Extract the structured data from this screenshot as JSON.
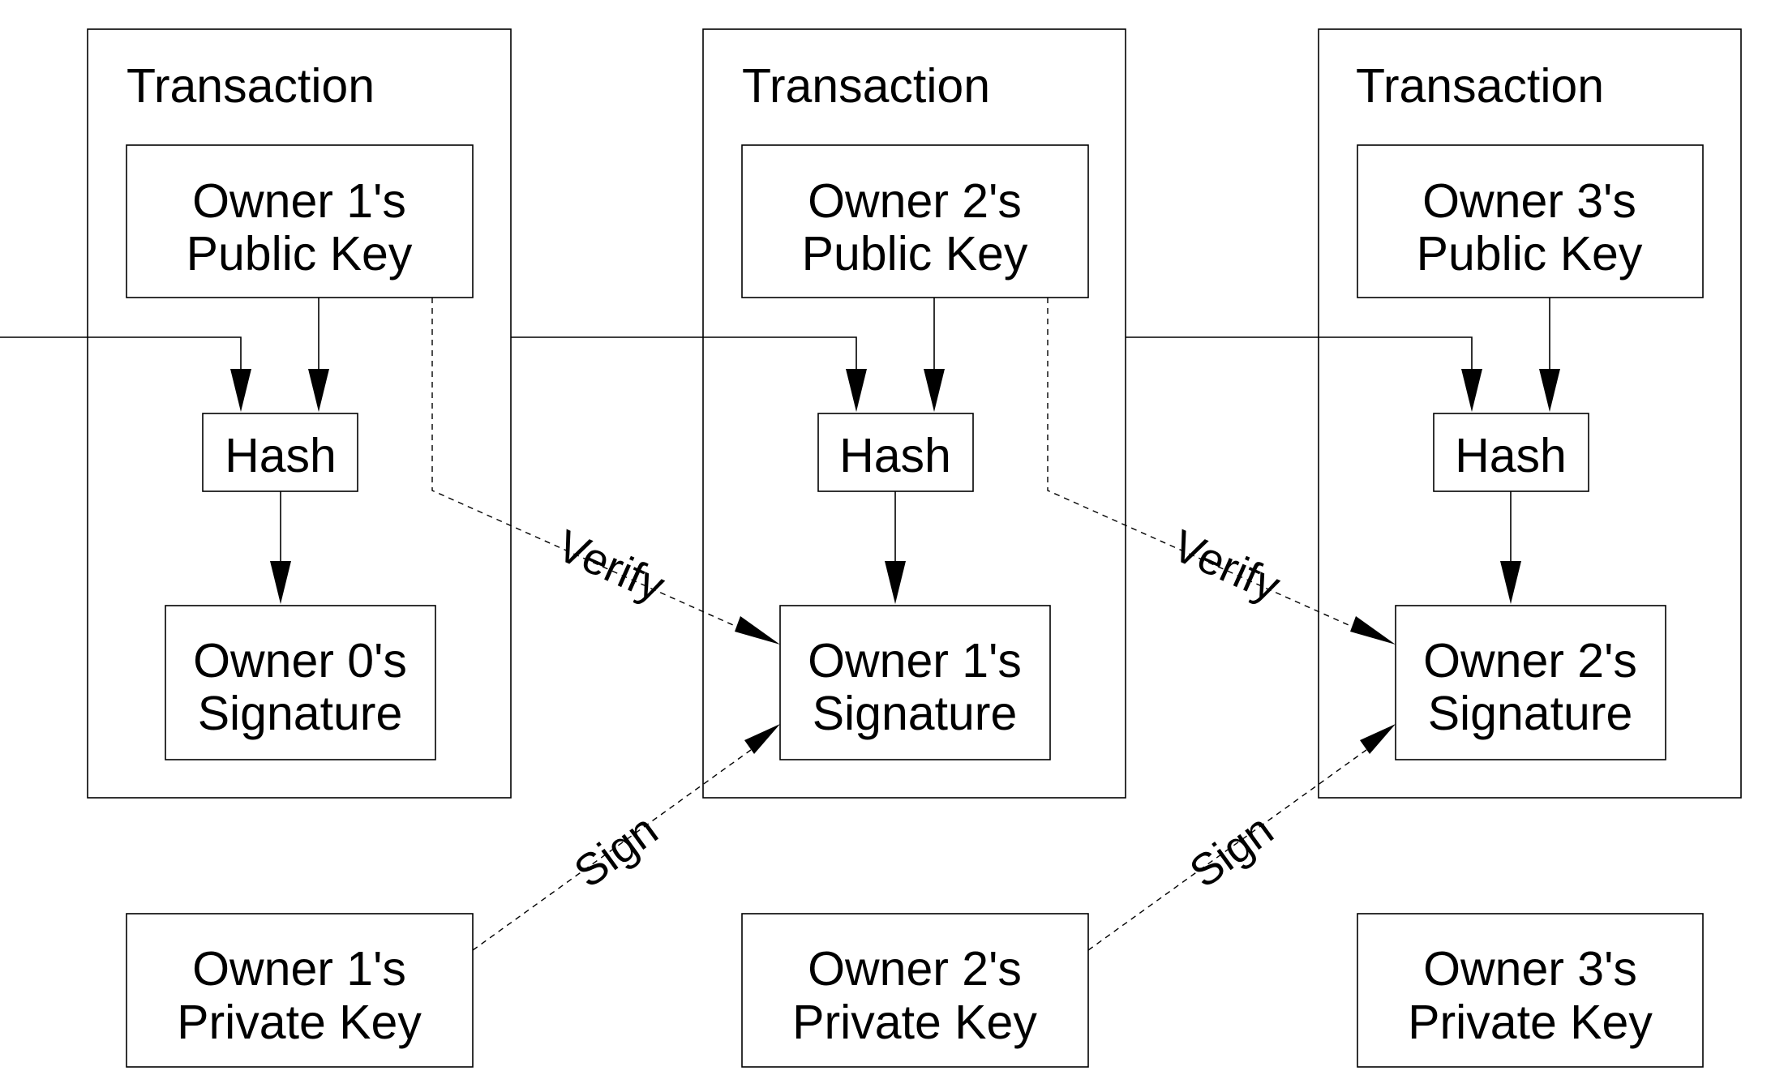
{
  "transactions": [
    {
      "title": "Transaction",
      "public_key": {
        "line1": "Owner 1's",
        "line2": "Public Key"
      },
      "hash": "Hash",
      "signature": {
        "line1": "Owner 0's",
        "line2": "Signature"
      }
    },
    {
      "title": "Transaction",
      "public_key": {
        "line1": "Owner 2's",
        "line2": "Public Key"
      },
      "hash": "Hash",
      "signature": {
        "line1": "Owner 1's",
        "line2": "Signature"
      }
    },
    {
      "title": "Transaction",
      "public_key": {
        "line1": "Owner 3's",
        "line2": "Public Key"
      },
      "hash": "Hash",
      "signature": {
        "line1": "Owner 2's",
        "line2": "Signature"
      }
    }
  ],
  "private_keys": [
    {
      "line1": "Owner 1's",
      "line2": "Private Key"
    },
    {
      "line1": "Owner 2's",
      "line2": "Private Key"
    },
    {
      "line1": "Owner 3's",
      "line2": "Private Key"
    }
  ],
  "edges": {
    "verify": [
      "Verify",
      "Verify"
    ],
    "sign": [
      "Sign",
      "Sign"
    ]
  }
}
